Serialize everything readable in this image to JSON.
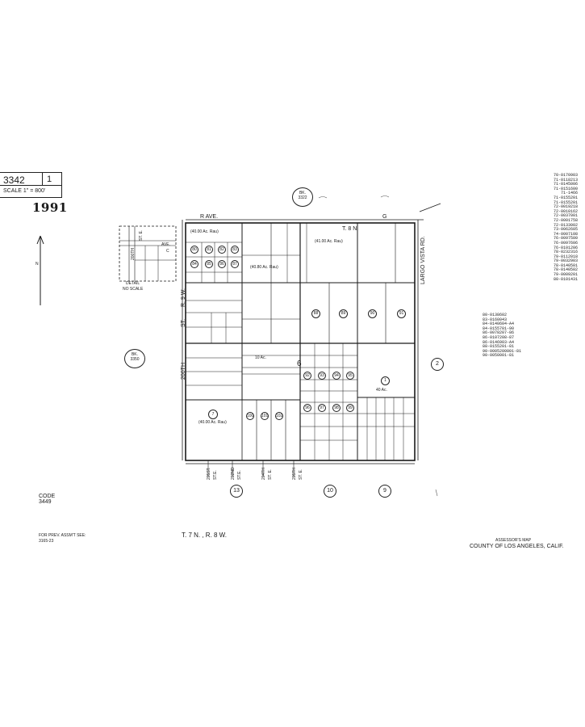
{
  "map_header": {
    "book_number": "3342",
    "sheet_number": "1",
    "scale": "SCALE 1\" = 800'",
    "year": "1991"
  },
  "adjacent_books": {
    "north": {
      "prefix": "BK.",
      "number": "3322"
    },
    "west": {
      "prefix": "BK.",
      "number": "3350"
    }
  },
  "streets": {
    "r_ave": "R    AVE.",
    "g_ave": "G",
    "street_200th": "200TH",
    "street_200th_st": "ST.",
    "r9w": "R. 9 W.",
    "largo_vista": "LARGO VISTA RD.",
    "t8n": "T. 8 N.",
    "t7n": "T. 7 N."
  },
  "bottom_streets": [
    {
      "top": "205ST.",
      "bottom": "ST.E."
    },
    {
      "top": "202ND",
      "bottom": "ST.E."
    },
    {
      "top": "204TH",
      "bottom": "ST. E."
    },
    {
      "top": "205TH",
      "bottom": "ST. E."
    }
  ],
  "detail": {
    "street_top": "200TH",
    "street_top2": "ST. E.",
    "ave": "AVE.",
    "ave_letter": "C",
    "label": "DETAIL",
    "scale": "NO SCALE"
  },
  "section_number": "6",
  "adjacent_pages": [
    "2",
    "13",
    "10",
    "9"
  ],
  "code": {
    "label": "CODE",
    "value": "3449"
  },
  "prev_assmt": {
    "line1": "FOR PREV. ASSM'T SEE:",
    "line2": "3165-23"
  },
  "township": "T. 7 N. , R. 8 W.",
  "footer": {
    "line1": "ASSESSOR'S MAP",
    "line2": "COUNTY OF LOS ANGELES, CALIF."
  },
  "parcels": {
    "p40ac_a": "40 Ac.",
    "p40ac_1": "1",
    "p7": "7",
    "p7_area": "(40.00 Ac. Rau)",
    "parcel_area_a": "(40.00 Ac. Rau)",
    "parcel_area_b": "(40.80 Ac. Rau)",
    "parcel_area_c": "(41.00 Ac. Rau)",
    "ten_ac": "10 Ac.",
    "cell_values": [
      "80",
      "81",
      "82",
      "83",
      "84",
      "85",
      "86",
      "87",
      "88",
      "89",
      "90",
      "91",
      "92",
      "93",
      "94",
      "95",
      "96",
      "97",
      "98",
      "99",
      "100",
      "101",
      "102"
    ]
  },
  "recording_numbers": [
    "70-0170903",
    "71-0118213",
    "71-0145006",
    "71-0151600",
    "71-1466",
    "71-0155201",
    "71-0155201",
    "72-0019218",
    "72-0010162",
    "72-0037001",
    "72-0001758",
    "72-0133002",
    "73-0062605",
    "74-0007108",
    "76-0097500",
    "76-0097606",
    "76-0101206",
    "78-0232316",
    "79-0112018",
    "79-0032903",
    "78-0140501",
    "78-0140502",
    "79-0009201",
    "80-0101431"
  ],
  "recording_numbers_low": [
    "80-0138602",
    "83-0160043",
    "84-0140604-A4",
    "84-0155701-90",
    "86-0078207-86",
    "86-0107208-87",
    "86-0146903-A4",
    "88-0155201-81",
    "90-0005200001-81",
    "90-0050001-81"
  ],
  "colors": {
    "ink": "#1a1a1a",
    "paper": "#ffffff"
  },
  "icons": [
    "north-arrow-icon",
    "compass-icon"
  ]
}
